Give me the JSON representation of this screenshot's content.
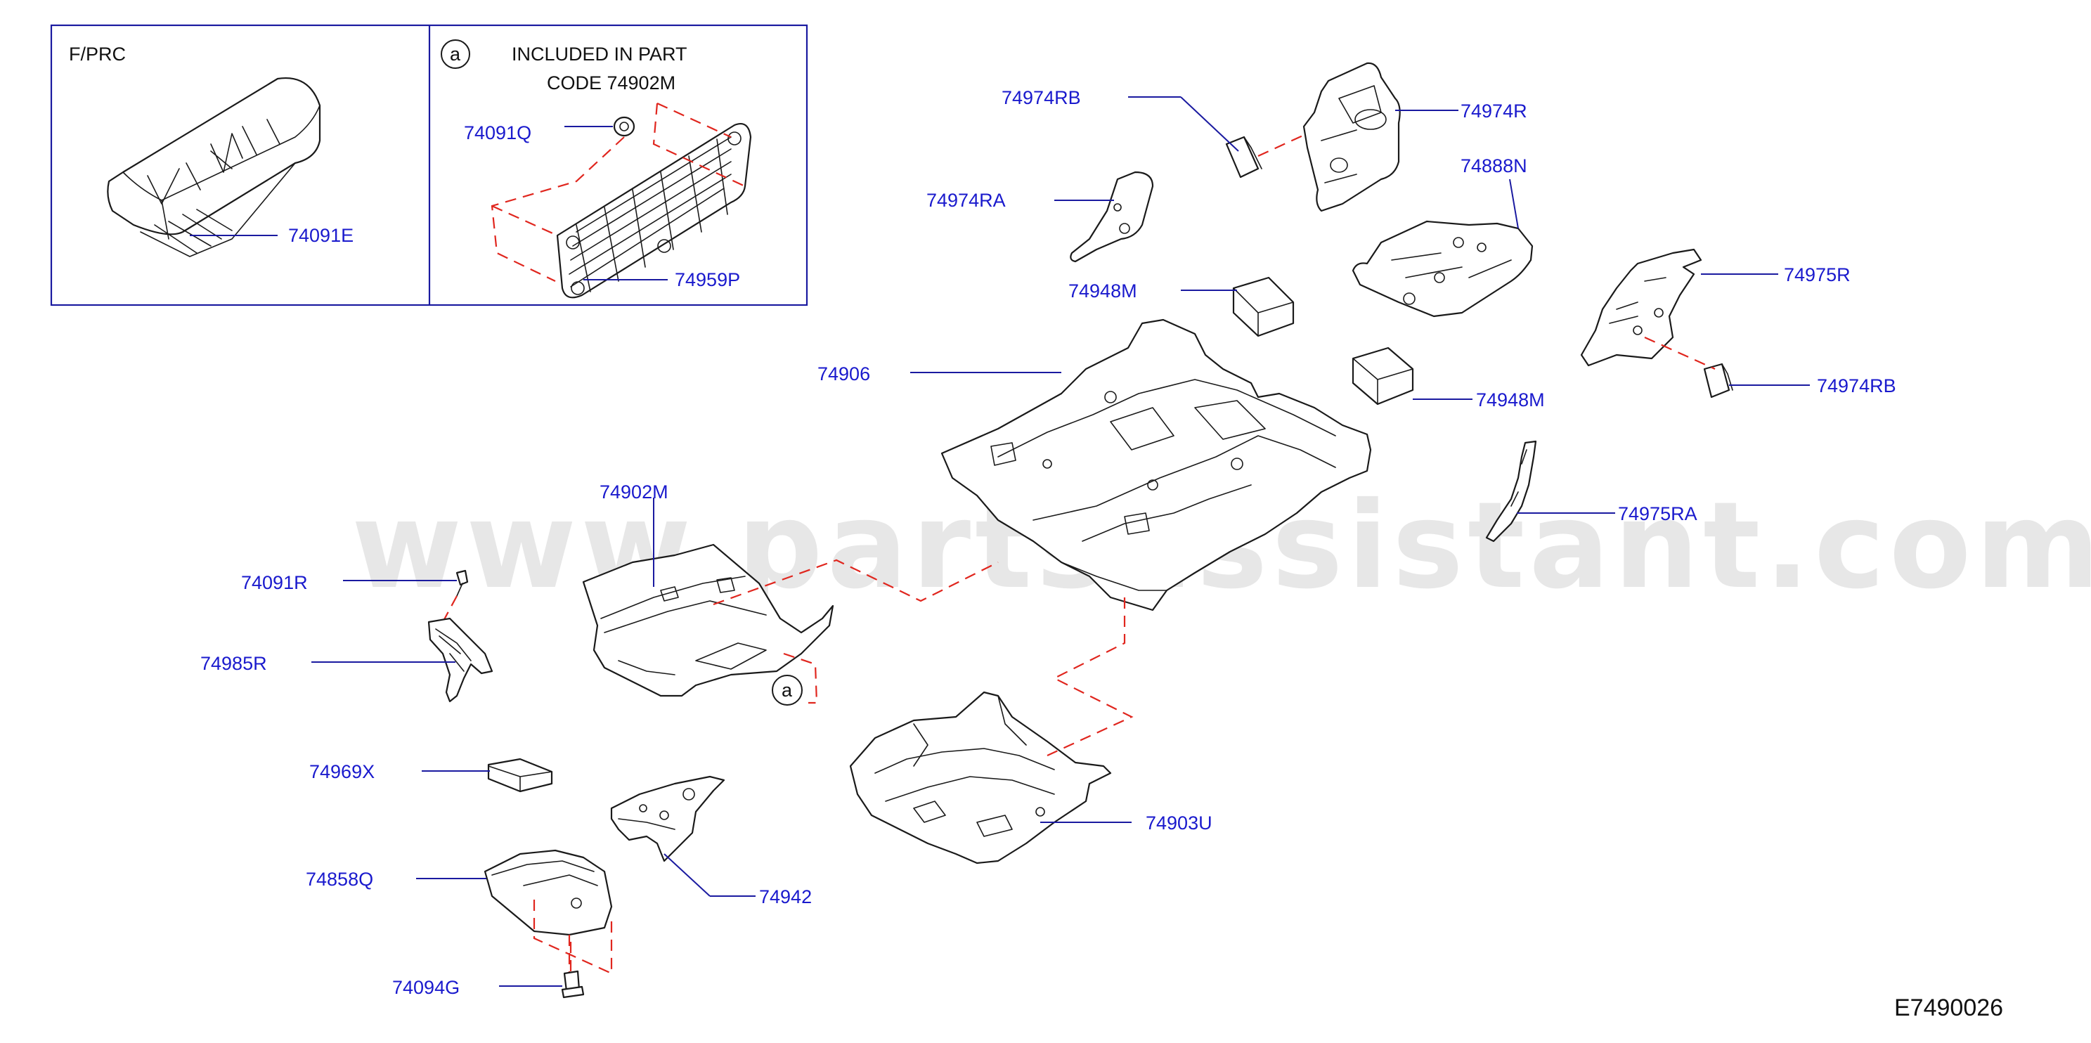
{
  "diagram_code": "E7490026",
  "watermark": "www.partsassistant.com",
  "inset": {
    "left_title": "F/PRC",
    "right_circle_letter": "a",
    "right_note_line1": "INCLUDED   IN   PART",
    "right_note_line2": "CODE   74902M",
    "border_color": "#1a1aa0"
  },
  "callout_circle_letter": "a",
  "colors": {
    "label": "#1a1acd",
    "leader": "#1a1aa0",
    "dashed_link": "#e0261e",
    "outline": "#1a1a1a"
  },
  "parts": {
    "p74091E": "74091E",
    "p74091Q": "74091Q",
    "p74959P": "74959P",
    "p74974RB_top": "74974RB",
    "p74974R": "74974R",
    "p74974RA": "74974RA",
    "p74888N": "74888N",
    "p74948M_top": "74948M",
    "p74975R": "74975R",
    "p74906": "74906",
    "p74948M_right": "74948M",
    "p74974RB_right": "74974RB",
    "p74975RA": "74975RA",
    "p74902M": "74902M",
    "p74091R": "74091R",
    "p74985R": "74985R",
    "p74969X": "74969X",
    "p74903U": "74903U",
    "p74858Q": "74858Q",
    "p74942": "74942",
    "p74094G": "74094G"
  }
}
